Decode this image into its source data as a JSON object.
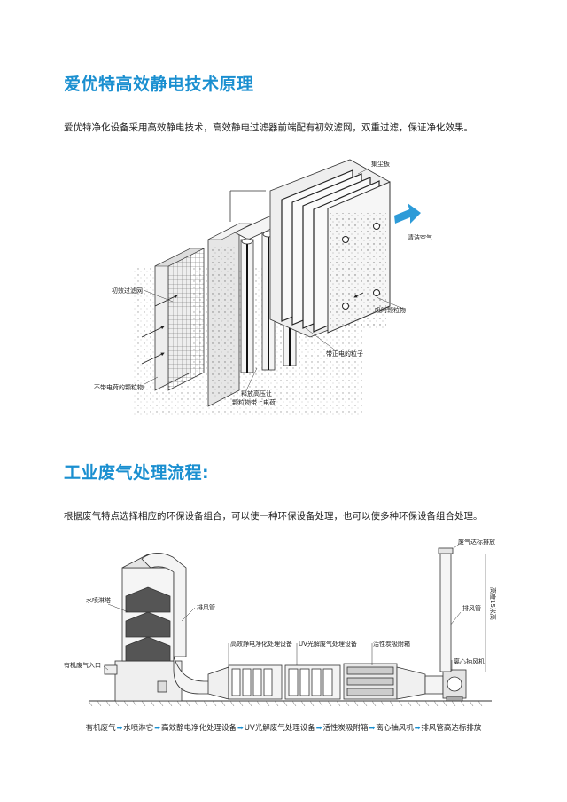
{
  "section1": {
    "title": "爱优特高效静电技术原理",
    "description": "爱优特净化设备采用高效静电技术，高效静电过滤器前端配有初效滤网，双重过滤，保证净化效果。",
    "labels": {
      "dust_plate": "集尘板",
      "clean_air": "清洁空气",
      "pre_filter": "初效过滤网",
      "adsorbed": "吸附颗粒物",
      "charged_particles": "带正电的粒子",
      "uncharged": "不带电荷的颗粒物",
      "high_voltage_1": "释放高压让",
      "high_voltage_2": "颗粒物带上电荷"
    }
  },
  "section2": {
    "title": "工业废气处理流程:",
    "description": "根据废气特点选择相应的环保设备组合，可以使一种环保设备处理，也可以使多种环保设备组合处理。",
    "labels": {
      "emission": "废气达标排放",
      "water_spray": "水喷淋塔",
      "exhaust_pipe_left": "排风管",
      "exhaust_pipe_right": "排风管",
      "inlet": "有机废气入口",
      "esp": "高效静电净化处理设备",
      "uv": "UV光解废气处理设备",
      "carbon": "活性炭吸附箱",
      "fan": "离心抽风机",
      "height": "高度15米高"
    },
    "flow_steps": [
      "有机废气",
      "水喷淋它",
      "高效静电净化处理设备",
      "UV光解废气处理设备",
      "活性炭吸附箱",
      "离心抽风机",
      "排风管高达标排放"
    ]
  }
}
